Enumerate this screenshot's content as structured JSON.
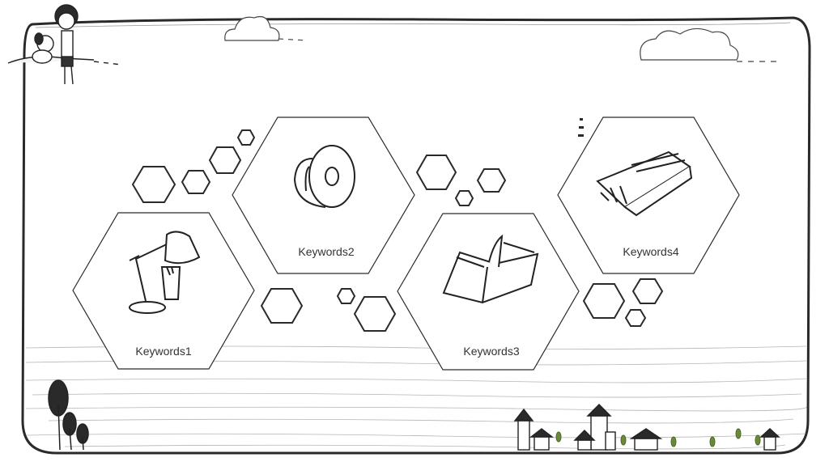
{
  "slide": {
    "background": "#ffffff",
    "stroke_color": "#2a2a2a",
    "keywords": [
      {
        "label": "Keywords1",
        "icon": "desk-lamp-icon"
      },
      {
        "label": "Keywords2",
        "icon": "ribbon-roll-icon"
      },
      {
        "label": "Keywords3",
        "icon": "open-book-icon"
      },
      {
        "label": "Keywords4",
        "icon": "crayon-box-icon"
      }
    ],
    "decorations": [
      "girl-and-dog-icon",
      "cloud-icon",
      "trees-icon",
      "village-houses-icon"
    ]
  }
}
